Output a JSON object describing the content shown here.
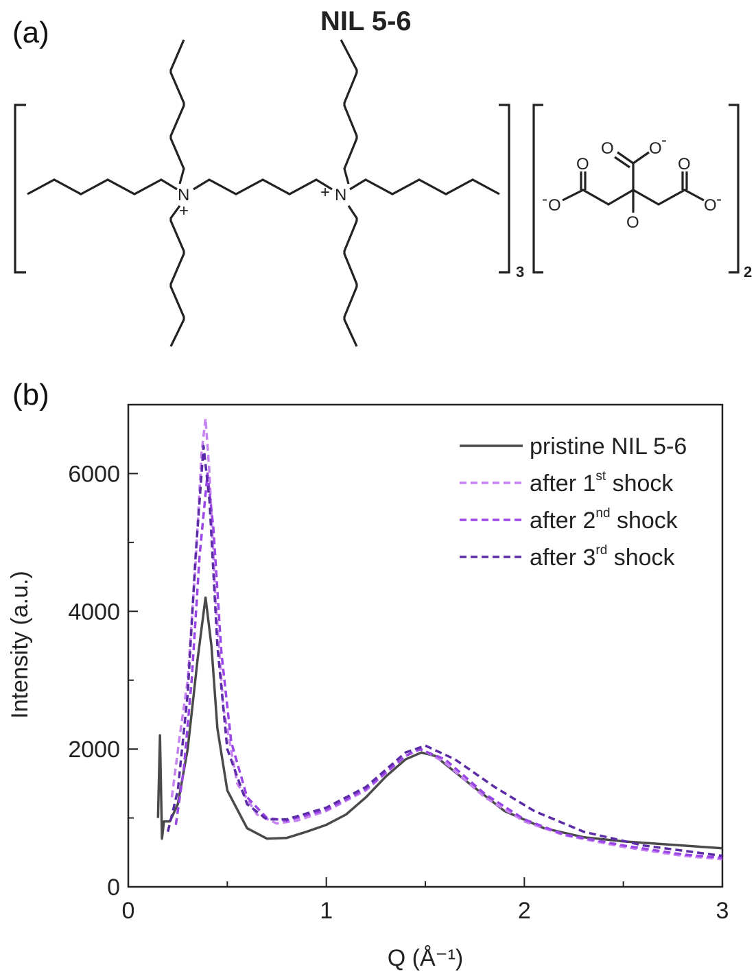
{
  "panel_a": {
    "label": "(a)",
    "title": "NIL 5-6",
    "atoms": {
      "nitrogen": "N",
      "plus": "+",
      "oxygen": "O",
      "minus": "-"
    },
    "cation_count": "3",
    "anion_count": "2"
  },
  "panel_b": {
    "label": "(b)"
  },
  "chart_data": {
    "type": "line",
    "title": "",
    "xlabel": "Q (Å⁻¹)",
    "xlabel_parts": {
      "main": "Q (Å",
      "sup": "-1",
      "end": ")"
    },
    "ylabel": "Intensity (a.u.)",
    "xlim": [
      0,
      3
    ],
    "ylim": [
      0,
      7000
    ],
    "xticks": [
      0,
      1,
      2,
      3
    ],
    "xtick_labels": [
      "0",
      "1",
      "2",
      "3"
    ],
    "yticks": [
      0,
      2000,
      4000,
      6000
    ],
    "ytick_labels": [
      "0",
      "2000",
      "4000",
      "6000"
    ],
    "grid": false,
    "legend_position": "top-right",
    "series": [
      {
        "name": "pristine NIL 5-6",
        "legend": {
          "pre": "pristine NIL 5-6",
          "sup": "",
          "post": ""
        },
        "color": "#4a4a4a",
        "dash": "solid",
        "points": [
          [
            0.15,
            1000
          ],
          [
            0.16,
            2200
          ],
          [
            0.17,
            700
          ],
          [
            0.18,
            950
          ],
          [
            0.21,
            950
          ],
          [
            0.25,
            1200
          ],
          [
            0.3,
            2000
          ],
          [
            0.35,
            3300
          ],
          [
            0.39,
            4200
          ],
          [
            0.42,
            3500
          ],
          [
            0.45,
            2300
          ],
          [
            0.5,
            1400
          ],
          [
            0.6,
            850
          ],
          [
            0.7,
            700
          ],
          [
            0.8,
            710
          ],
          [
            0.9,
            800
          ],
          [
            1.0,
            900
          ],
          [
            1.1,
            1050
          ],
          [
            1.2,
            1300
          ],
          [
            1.3,
            1600
          ],
          [
            1.4,
            1850
          ],
          [
            1.48,
            1950
          ],
          [
            1.55,
            1900
          ],
          [
            1.7,
            1550
          ],
          [
            1.9,
            1100
          ],
          [
            2.1,
            850
          ],
          [
            2.3,
            720
          ],
          [
            2.5,
            660
          ],
          [
            2.7,
            620
          ],
          [
            3.0,
            560
          ]
        ]
      },
      {
        "name": "after 1st shock",
        "legend": {
          "pre": "after 1",
          "sup": "st",
          "post": " shock"
        },
        "color": "#c583f2",
        "dash": "dashed",
        "points": [
          [
            0.22,
            1300
          ],
          [
            0.26,
            2200
          ],
          [
            0.3,
            3000
          ],
          [
            0.34,
            4700
          ],
          [
            0.37,
            6300
          ],
          [
            0.39,
            6800
          ],
          [
            0.41,
            6000
          ],
          [
            0.44,
            4200
          ],
          [
            0.48,
            2600
          ],
          [
            0.55,
            1500
          ],
          [
            0.65,
            1050
          ],
          [
            0.75,
            920
          ],
          [
            0.85,
            960
          ],
          [
            1.0,
            1100
          ],
          [
            1.2,
            1400
          ],
          [
            1.4,
            1900
          ],
          [
            1.48,
            2000
          ],
          [
            1.6,
            1800
          ],
          [
            1.8,
            1300
          ],
          [
            2.0,
            950
          ],
          [
            2.2,
            750
          ],
          [
            2.5,
            580
          ],
          [
            2.8,
            450
          ],
          [
            3.0,
            400
          ]
        ]
      },
      {
        "name": "after 2nd shock",
        "legend": {
          "pre": "after 2",
          "sup": "nd",
          "post": " shock"
        },
        "color": "#9a45e6",
        "dash": "dashed",
        "points": [
          [
            0.24,
            900
          ],
          [
            0.28,
            1700
          ],
          [
            0.32,
            3000
          ],
          [
            0.36,
            4800
          ],
          [
            0.4,
            6000
          ],
          [
            0.43,
            5200
          ],
          [
            0.47,
            3400
          ],
          [
            0.52,
            2100
          ],
          [
            0.6,
            1300
          ],
          [
            0.7,
            1000
          ],
          [
            0.8,
            960
          ],
          [
            1.0,
            1120
          ],
          [
            1.2,
            1420
          ],
          [
            1.4,
            1900
          ],
          [
            1.47,
            2000
          ],
          [
            1.6,
            1850
          ],
          [
            1.8,
            1350
          ],
          [
            2.0,
            980
          ],
          [
            2.2,
            760
          ],
          [
            2.5,
            600
          ],
          [
            2.8,
            470
          ],
          [
            3.0,
            420
          ]
        ]
      },
      {
        "name": "after 3rd shock",
        "legend": {
          "pre": "after 3",
          "sup": "rd",
          "post": " shock"
        },
        "color": "#5b2ca6",
        "dash": "dashed",
        "points": [
          [
            0.2,
            800
          ],
          [
            0.25,
            1400
          ],
          [
            0.3,
            2800
          ],
          [
            0.34,
            4800
          ],
          [
            0.38,
            6400
          ],
          [
            0.41,
            5600
          ],
          [
            0.45,
            3500
          ],
          [
            0.5,
            2000
          ],
          [
            0.6,
            1200
          ],
          [
            0.7,
            980
          ],
          [
            0.8,
            980
          ],
          [
            1.0,
            1150
          ],
          [
            1.2,
            1450
          ],
          [
            1.4,
            1950
          ],
          [
            1.5,
            2050
          ],
          [
            1.65,
            1850
          ],
          [
            1.85,
            1450
          ],
          [
            2.05,
            1100
          ],
          [
            2.3,
            800
          ],
          [
            2.6,
            600
          ],
          [
            3.0,
            450
          ]
        ]
      }
    ]
  }
}
